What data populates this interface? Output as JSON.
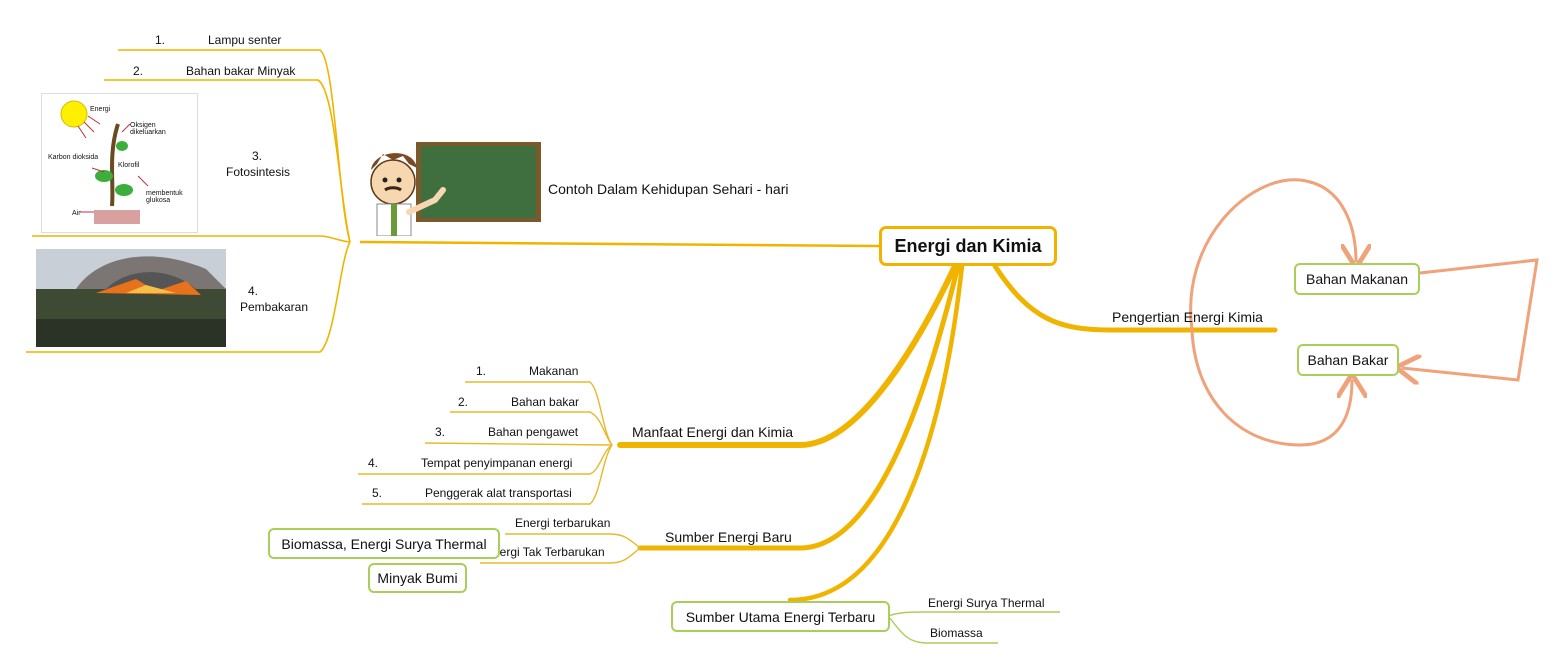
{
  "central": "Energi dan Kimia",
  "branches": {
    "contoh": {
      "title": "Contoh Dalam Kehidupan Sehari - hari",
      "items": [
        {
          "num": "1.",
          "text": "Lampu senter"
        },
        {
          "num": "2.",
          "text": "Bahan bakar Minyak"
        },
        {
          "num": "3.",
          "text": "Fotosintesis"
        },
        {
          "num": "4.",
          "text": "Pembakaran"
        }
      ],
      "photosynthesis_labels": {
        "energi": "Energi",
        "oksigen": "Oksigen dikeluarkan",
        "karbon": "Karbon dioksida",
        "klorofil": "Klorofil",
        "glukosa": "membentuk glukosa",
        "air": "Air"
      }
    },
    "pengertian": {
      "title": "Pengertian Energi Kimia",
      "boxes": [
        "Bahan Makanan",
        "Bahan Bakar"
      ]
    },
    "manfaat": {
      "title": "Manfaat Energi dan Kimia",
      "items": [
        {
          "num": "1.",
          "text": "Makanan"
        },
        {
          "num": "2.",
          "text": "Bahan bakar"
        },
        {
          "num": "3.",
          "text": "Bahan pengawet"
        },
        {
          "num": "4.",
          "text": "Tempat penyimpanan energi"
        },
        {
          "num": "5.",
          "text": "Penggerak alat transportasi"
        }
      ]
    },
    "sumber_baru": {
      "title": "Sumber Energi Baru",
      "items": [
        "Energi terbarukan",
        "Energi Tak Terbarukan"
      ],
      "boxes": [
        "Biomassa, Energi Surya Thermal",
        "Minyak Bumi"
      ]
    },
    "sumber_utama": {
      "title": "Sumber Utama Energi Terbaru",
      "items": [
        "Energi Surya Thermal",
        "Biomassa"
      ]
    }
  },
  "colors": {
    "main_branch": "#f0b400",
    "thin_branch": "#e8b82a",
    "green_branch": "#a9cf5a",
    "arrow": "#f0a27a"
  }
}
